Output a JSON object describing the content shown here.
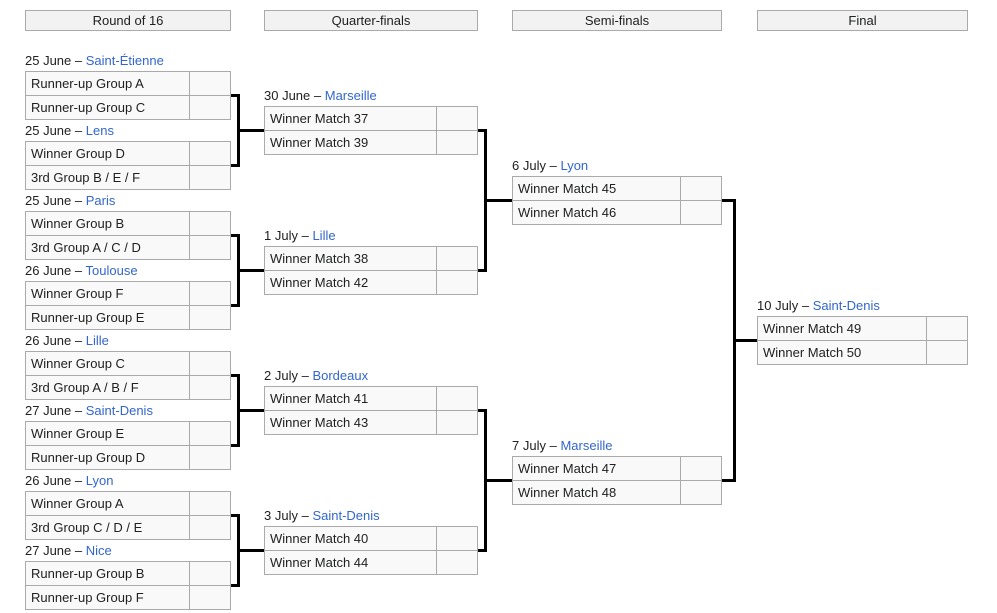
{
  "ui": {
    "dash": "–"
  },
  "colors": {
    "link_blue": "#3366cc",
    "border_gray": "#aaaaaa",
    "cell_bg": "#f9f9f9",
    "header_bg": "#f2f2f2",
    "connector": "#000000",
    "text": "#202122"
  },
  "rounds": [
    {
      "label": "Round of 16"
    },
    {
      "label": "Quarter-finals"
    },
    {
      "label": "Semi-finals"
    },
    {
      "label": "Final"
    }
  ],
  "r16": [
    {
      "date": "25 June",
      "venue": "Saint-Étienne",
      "team1": "Runner-up Group A",
      "team2": "Runner-up Group C",
      "score1": "",
      "score2": ""
    },
    {
      "date": "25 June",
      "venue": "Lens",
      "team1": "Winner Group D",
      "team2": "3rd Group B / E / F",
      "score1": "",
      "score2": ""
    },
    {
      "date": "25 June",
      "venue": "Paris",
      "team1": "Winner Group B",
      "team2": "3rd Group A / C / D",
      "score1": "",
      "score2": ""
    },
    {
      "date": "26 June",
      "venue": "Toulouse",
      "team1": "Winner Group F",
      "team2": "Runner-up Group E",
      "score1": "",
      "score2": ""
    },
    {
      "date": "26 June",
      "venue": "Lille",
      "team1": "Winner Group C",
      "team2": "3rd Group A / B / F",
      "score1": "",
      "score2": ""
    },
    {
      "date": "27 June",
      "venue": "Saint-Denis",
      "team1": "Winner Group E",
      "team2": "Runner-up Group D",
      "score1": "",
      "score2": ""
    },
    {
      "date": "26 June",
      "venue": "Lyon",
      "team1": "Winner Group A",
      "team2": "3rd Group C / D / E",
      "score1": "",
      "score2": ""
    },
    {
      "date": "27 June",
      "venue": "Nice",
      "team1": "Runner-up Group B",
      "team2": "Runner-up Group F",
      "score1": "",
      "score2": ""
    }
  ],
  "qf": [
    {
      "date": "30 June",
      "venue": "Marseille",
      "team1": "Winner Match 37",
      "team2": "Winner Match 39",
      "score1": "",
      "score2": ""
    },
    {
      "date": "1 July",
      "venue": "Lille",
      "team1": "Winner Match 38",
      "team2": "Winner Match 42",
      "score1": "",
      "score2": ""
    },
    {
      "date": "2 July",
      "venue": "Bordeaux",
      "team1": "Winner Match 41",
      "team2": "Winner Match 43",
      "score1": "",
      "score2": ""
    },
    {
      "date": "3 July",
      "venue": "Saint-Denis",
      "team1": "Winner Match 40",
      "team2": "Winner Match 44",
      "score1": "",
      "score2": ""
    }
  ],
  "sf": [
    {
      "date": "6 July",
      "venue": "Lyon",
      "team1": "Winner Match 45",
      "team2": "Winner Match 46",
      "score1": "",
      "score2": ""
    },
    {
      "date": "7 July",
      "venue": "Marseille",
      "team1": "Winner Match 47",
      "team2": "Winner Match 48",
      "score1": "",
      "score2": ""
    }
  ],
  "final": [
    {
      "date": "10 July",
      "venue": "Saint-Denis",
      "team1": "Winner Match 49",
      "team2": "Winner Match 50",
      "score1": "",
      "score2": ""
    }
  ]
}
